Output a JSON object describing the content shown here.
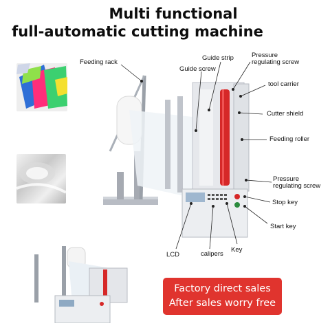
{
  "title_line1": "Multi functional",
  "title_line2": "full-automatic cutting machine",
  "labels": {
    "feeding_rack": "Feeding rack",
    "guide_strip": "Guide strip",
    "guide_screw": "Guide screw",
    "pressure_screw_top_1": "Pressure",
    "pressure_screw_top_2": "regulating screw",
    "tool_carrier": "tool carrier",
    "cutter_shield": "Cutter shield",
    "feeding_roller": "Feeding roller",
    "pressure_screw_bottom_1": "Pressure",
    "pressure_screw_bottom_2": "regulating screw",
    "stop_key": "Stop key",
    "start_key": "Start key",
    "lcd": "LCD",
    "calipers": "calipers",
    "key": "Key"
  },
  "promo": {
    "line1": "Factory direct sales",
    "line2": "After sales worry free"
  },
  "colors": {
    "accent_red": "#e0342e",
    "roller_red": "#d62828",
    "leader_line": "#222222"
  }
}
